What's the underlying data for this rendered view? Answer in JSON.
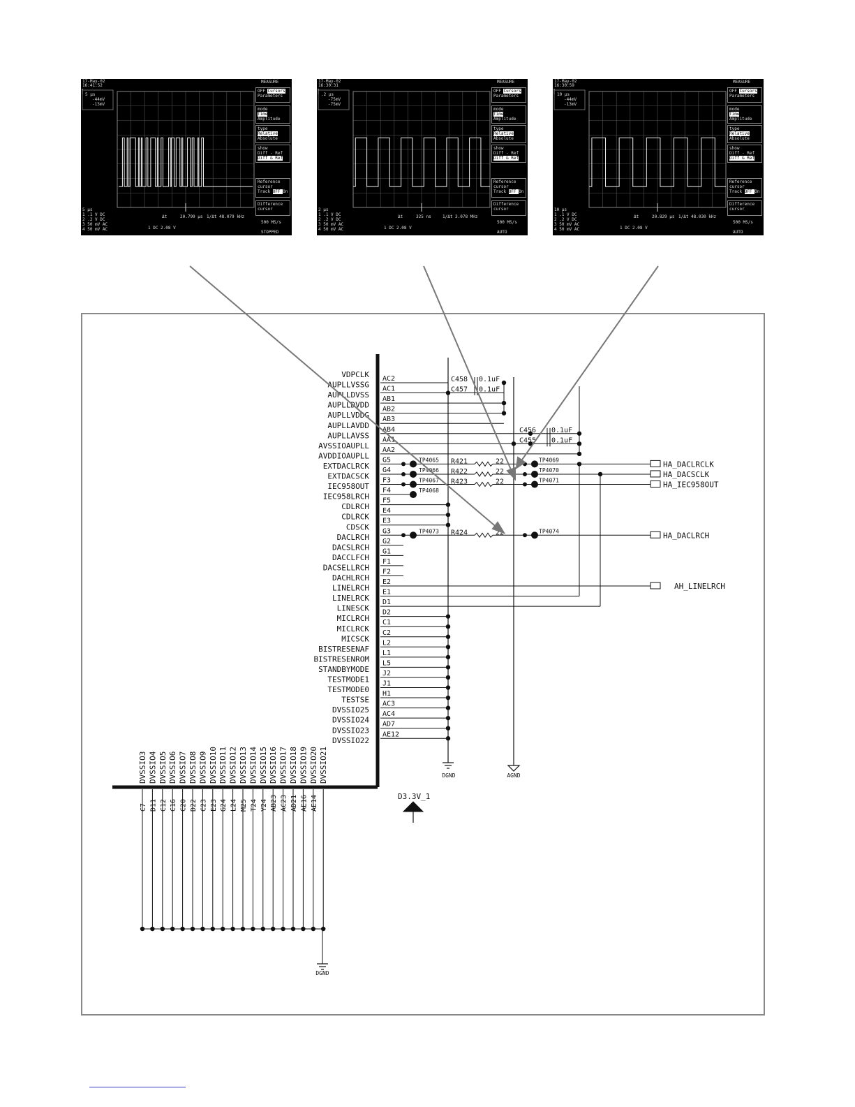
{
  "scopes": [
    {
      "date": "17-May-02",
      "time": "16:41:52",
      "cursor_box": [
        "5 µs",
        "-44mV",
        "-13mV"
      ],
      "timebase": "5 µs",
      "channel_rows": [
        "1  .1  V  DC",
        "2  .2  V  DC",
        "3  50 mV  AC",
        "4  50 mV  AC"
      ],
      "delta_label": "Δt",
      "delta_value": "20.799 µs",
      "freq_label": "1/Δt",
      "freq_value": "48.079 kHz",
      "trigger": "1  DC 2.08 V",
      "rate": "500 MS/s",
      "status": "STOPPED",
      "menu": {
        "title": "MEASURE",
        "off": "OFF",
        "cursors": "Cursors",
        "parameters": "Parameters",
        "mode_hdr": "mode",
        "mode_time": "Time",
        "mode_amp": "Amplitude",
        "type_hdr": "type",
        "type_rel": "Relative",
        "type_abs": "Absolute",
        "show_hdr": "show",
        "show_diff": "Diff - Ref",
        "show_both": "Diff & Ref",
        "ref1": "Reference",
        "ref2": "cursor",
        "track": "Track",
        "track_off": "OFF",
        "track_on": "On",
        "dif1": "Difference",
        "dif2": "cursor"
      },
      "wave": {
        "type": "burst"
      }
    },
    {
      "date": "17-May-02",
      "time": "16:30:31",
      "cursor_box": [
        ".2 µs",
        "-75mV",
        "-75mV"
      ],
      "timebase": "2 µs",
      "channel_rows": [
        "1  .1  V  DC",
        "2  .2  V  DC",
        "3  50 mV  AC",
        "4  50 mV  AC"
      ],
      "delta_label": "Δt",
      "delta_value": "325 ns",
      "freq_label": "1/Δt",
      "freq_value": "3.078 MHz",
      "trigger": "1  DC 2.08 V",
      "rate": "500 MS/s",
      "status": "AUTO",
      "menu": {
        "title": "MEASURE",
        "off": "OFF",
        "cursors": "Cursors",
        "parameters": "Parameters",
        "mode_hdr": "mode",
        "mode_time": "Time",
        "mode_amp": "Amplitude",
        "type_hdr": "type",
        "type_rel": "Relative",
        "type_abs": "Absolute",
        "show_hdr": "show",
        "show_diff": "Diff - Ref",
        "show_both": "Diff & Ref",
        "ref1": "Reference",
        "ref2": "cursor",
        "track": "Track",
        "track_off": "OFF",
        "track_on": "On",
        "dif1": "Difference",
        "dif2": "cursor"
      },
      "wave": {
        "type": "square",
        "periods": 6
      }
    },
    {
      "date": "17-May-02",
      "time": "16:30:59",
      "cursor_box": [
        "10 µs",
        "-44mV",
        "-13mV"
      ],
      "timebase": "10 µs",
      "channel_rows": [
        "1  .1  V  DC",
        "2  .2  V  DC",
        "3  50 mV  AC",
        "4  50 mV  AC"
      ],
      "delta_label": "Δt",
      "delta_value": "20.829 µs",
      "freq_label": "1/Δt",
      "freq_value": "48.030 kHz",
      "trigger": "1  DC 2.08 V",
      "rate": "500 MS/s",
      "status": "AUTO",
      "menu": {
        "title": "MEASURE",
        "off": "OFF",
        "cursors": "Cursors",
        "parameters": "Parameters",
        "mode_hdr": "mode",
        "mode_time": "Time",
        "mode_amp": "Amplitude",
        "type_hdr": "type",
        "type_rel": "Relative",
        "type_abs": "Absolute",
        "show_hdr": "show",
        "show_diff": "Diff - Ref",
        "show_both": "Diff & Ref",
        "ref1": "Reference",
        "ref2": "cursor",
        "track": "Track",
        "track_off": "OFF",
        "track_on": "On",
        "dif1": "Difference",
        "dif2": "cursor"
      },
      "wave": {
        "type": "square",
        "periods": 5
      }
    }
  ],
  "schematic": {
    "left_pins": [
      {
        "name": "VDPCLK",
        "pin": "AC2"
      },
      {
        "name": "AUPLLVSSG",
        "pin": "AC1"
      },
      {
        "name": "AUPLLDVSS",
        "pin": "AB1"
      },
      {
        "name": "AUPLLDVDD",
        "pin": "AB2"
      },
      {
        "name": "AUPLLVDDG",
        "pin": "AB3"
      },
      {
        "name": "AUPLLAVDD",
        "pin": "AB4"
      },
      {
        "name": "AUPLLAVSS",
        "pin": "AA1"
      },
      {
        "name": "AVSSIOAUPLL",
        "pin": "AA2"
      },
      {
        "name": "AVDDIOAUPLL",
        "pin": "G5"
      },
      {
        "name": "EXTDACLRCK",
        "pin": "G4"
      },
      {
        "name": "EXTDACSCK",
        "pin": "F3"
      },
      {
        "name": "IEC958OUT",
        "pin": "F4"
      },
      {
        "name": "IEC958LRCH",
        "pin": "F5"
      },
      {
        "name": "CDLRCH",
        "pin": "E4"
      },
      {
        "name": "CDLRCK",
        "pin": "E3"
      },
      {
        "name": "CDSCK",
        "pin": "G3"
      },
      {
        "name": "DACLRCH",
        "pin": "G2"
      },
      {
        "name": "DACSLRCH",
        "pin": "G1"
      },
      {
        "name": "DACCLFCH",
        "pin": "F1"
      },
      {
        "name": "DACSELLRCH",
        "pin": "F2"
      },
      {
        "name": "DACHLRCH",
        "pin": "E2"
      },
      {
        "name": "LINELRCH",
        "pin": "E1"
      },
      {
        "name": "LINELRCK",
        "pin": "D1"
      },
      {
        "name": "LINESCK",
        "pin": "D2"
      },
      {
        "name": "MICLRCH",
        "pin": "C1"
      },
      {
        "name": "MICLRCK",
        "pin": "C2"
      },
      {
        "name": "MICSCK",
        "pin": "L2"
      },
      {
        "name": "BISTRESENAF",
        "pin": "L1"
      },
      {
        "name": "BISTRESENROM",
        "pin": "L5"
      },
      {
        "name": "STANDBYMODE",
        "pin": "J2"
      },
      {
        "name": "TESTMODE1",
        "pin": "J1"
      },
      {
        "name": "TESTMODE0",
        "pin": "H1"
      },
      {
        "name": "TESTSE",
        "pin": "AC3"
      },
      {
        "name": "DVSSIO25",
        "pin": "AC4"
      },
      {
        "name": "DVSSIO24",
        "pin": "AD7"
      },
      {
        "name": "DVSSIO23",
        "pin": "AE12"
      },
      {
        "name": "DVSSIO22",
        "pin": ""
      }
    ],
    "bottom_pins": [
      {
        "name": "DVSSIO3",
        "pin": "C7"
      },
      {
        "name": "DVSSIO4",
        "pin": "D11"
      },
      {
        "name": "DVSSIO5",
        "pin": "C12"
      },
      {
        "name": "DVSSIO6",
        "pin": "C16"
      },
      {
        "name": "DVSSIO7",
        "pin": "C20"
      },
      {
        "name": "DVSSIO8",
        "pin": "D22"
      },
      {
        "name": "DVSSIO9",
        "pin": "C23"
      },
      {
        "name": "DVSSIO10",
        "pin": "E23"
      },
      {
        "name": "DVSSIO11",
        "pin": "G24"
      },
      {
        "name": "DVSSIO12",
        "pin": "L24"
      },
      {
        "name": "DVSSIO13",
        "pin": "M25"
      },
      {
        "name": "DVSSIO14",
        "pin": "T24"
      },
      {
        "name": "DVSSIO15",
        "pin": "Y24"
      },
      {
        "name": "DVSSIO16",
        "pin": "AB23"
      },
      {
        "name": "DVSSIO17",
        "pin": "AC23"
      },
      {
        "name": "DVSSIO18",
        "pin": "AD21"
      },
      {
        "name": "DVSSIO19",
        "pin": "AE16"
      },
      {
        "name": "DVSSIO20",
        "pin": "AE14"
      },
      {
        "name": "DVSSIO21",
        "pin": ""
      }
    ],
    "caps": [
      {
        "ref": "C458",
        "value": "0.1uF"
      },
      {
        "ref": "C457",
        "value": "0.1uF"
      },
      {
        "ref": "C456",
        "value": "0.1uF"
      },
      {
        "ref": "C455",
        "value": "0.1uF"
      }
    ],
    "resistors": [
      {
        "ref": "R421",
        "value": "22",
        "tp_in": "TP4065",
        "tp_out": "TP4069",
        "net": "HA_DACLRCLK"
      },
      {
        "ref": "R422",
        "value": "22",
        "tp_in": "TP4066",
        "tp_out": "TP4070",
        "net": "HA_DACSCLK"
      },
      {
        "ref": "R423",
        "value": "22",
        "tp_in": "TP4067",
        "tp_out": "TP4071",
        "net": "HA_IEC958OUT"
      },
      {
        "ref": "R424",
        "value": "22",
        "tp_in": "TP4073",
        "tp_out": "TP4074",
        "net": "HA_DACLRCH"
      }
    ],
    "tp_iec958lrch": "TP4068",
    "net_linelrch": "AH_LINELRCH",
    "dgnd": "DGND",
    "agnd": "AGND",
    "power": "D3.3V_1"
  }
}
